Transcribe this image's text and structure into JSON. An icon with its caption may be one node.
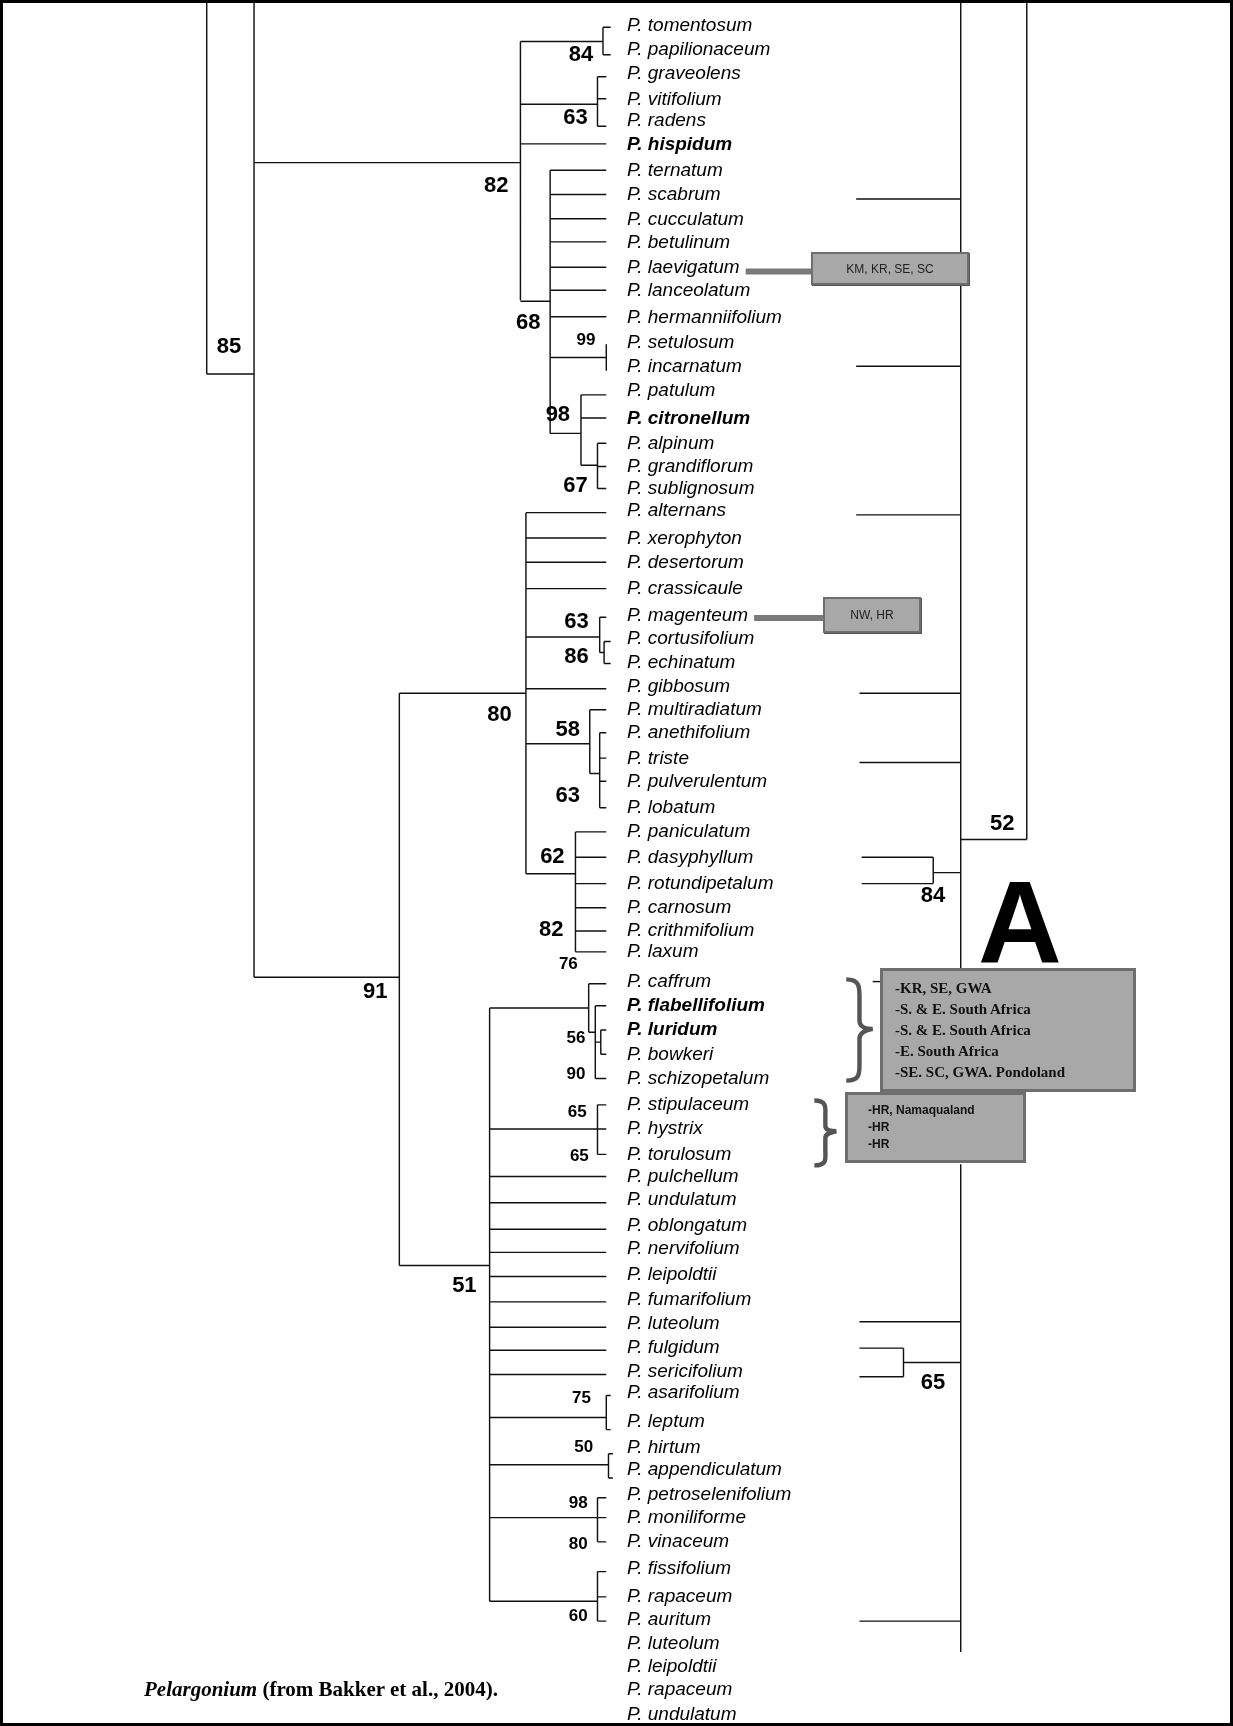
{
  "diagram": {
    "caption": "*Pelargonium* (from Bakker et al., 2004).",
    "nodes": [
      {
        "text": [
          "P. laevigatum"
        ]
      },
      {
        "text": [
          "KM, KR, SE, SC"
        ]
      },
      {
        "text": [
          "P. magenteum"
        ]
      },
      {
        "text": [
          "NW, HR"
        ]
      },
      {
        "text": [
          "-KR, SE, GWA",
          "-S. & E. South Africa",
          "-S. & E. South Africa",
          "-E. South Africa",
          "-SE. SC, GWA. Pondoland"
        ]
      },
      {
        "text": [
          "-HR, Namaqualand",
          "-HR",
          "-HR"
        ]
      }
    ],
    "edges": [
      {
        "from": 0,
        "to": 1,
        "arrow": "none"
      },
      {
        "from": 2,
        "to": 3,
        "arrow": "none"
      }
    ],
    "labels": [
      "P. tomentosum",
      "84",
      "P. papilionaceum",
      "P. graveolens",
      "P. vitifolium",
      "63",
      "P. radens",
      "P. hispidum",
      "P. ternatum",
      "82",
      "P. scabrum",
      "P. cucculatum",
      "P. betulinum",
      "P. lanceolatum",
      "68",
      "P. hermanniifolium",
      "85",
      "99",
      "P. setulosum",
      "P. incarnatum",
      "P. patulum",
      "98",
      "P. citronellum",
      "P. alpinum",
      "P. grandiflorum",
      "67",
      "P. sublignosum",
      "P. alternans",
      "P. xerophyton",
      "P. desertorum",
      "P. crassicaule",
      "63",
      "P. cortusifolium",
      "86",
      "P. echinatum",
      "P. gibbosum",
      "80",
      "P. multiradiatum",
      "58",
      "P. anethifolium",
      "P. triste",
      "P. pulverulentum",
      "63",
      "P. lobatum",
      "52",
      "P. paniculatum",
      "62",
      "P. dasyphyllum",
      "P. rotundipetalum",
      "84",
      "P. carnosum",
      "82",
      "P. crithmifolium",
      "A",
      "P. laxum",
      "76",
      "91",
      "P. caffrum",
      "P. flabellifolium",
      "P. luridum",
      "56",
      "P. bowkeri",
      "90",
      "P. schizopetalum",
      "65",
      "P. stipulaceum",
      "P. hystrix",
      "65",
      "P. torulosum",
      "P. pulchellum",
      "P. undulatum",
      "P. oblongatum",
      "P. nervifolium",
      "P. leipoldtii",
      "51",
      "P. fumarifolium",
      "P. luteolum",
      "P. fulgidum",
      "P. sericifolium",
      "65",
      "P. asarifolium",
      "75",
      "P. leptum",
      "50",
      "P. hirtum",
      "P. appendiculatum",
      "98",
      "P. petroselenifolium",
      "P. moniliforme",
      "80",
      "P. vinaceum",
      "P. fissifolium",
      "P. rapaceum",
      "60",
      "P. auritum",
      "P. luteolum",
      "P. leipoldtii",
      "P. rapaceum",
      "P. undulatum"
    ]
  }
}
